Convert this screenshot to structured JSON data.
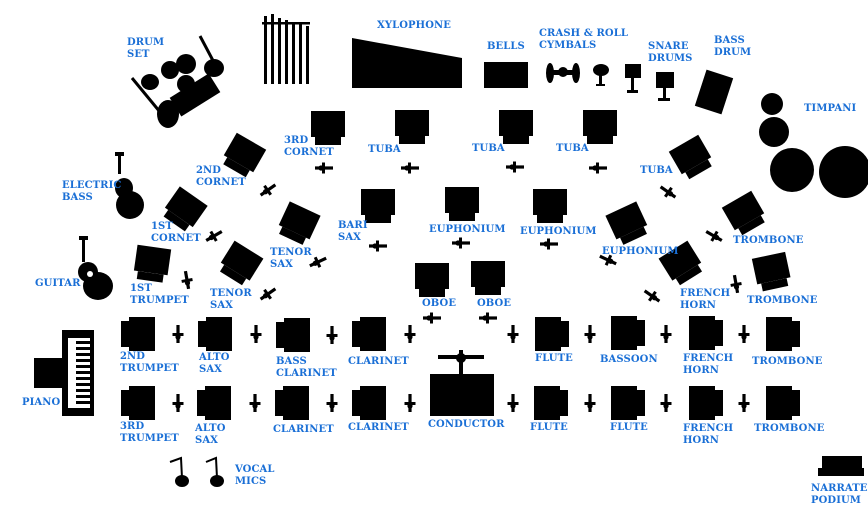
{
  "colors": {
    "label": "#1a6fd6",
    "shape": "#000000",
    "background": "#ffffff"
  },
  "labels": {
    "drum_set": "DRUM\nSET",
    "xylophone": "XYLOPHONE",
    "bells": "BELLS",
    "crash_roll_cymbals": "CRASH & ROLL\nCYMBALS",
    "snare_drums": "SNARE\nDRUMS",
    "bass_drum": "BASS\nDRUM",
    "timpani": "TIMPANI",
    "cornet_3rd": "3RD\nCORNET",
    "tuba_1": "TUBA",
    "tuba_2": "TUBA",
    "tuba_3": "TUBA",
    "tuba_4": "TUBA",
    "cornet_2nd": "2ND\nCORNET",
    "electric_bass": "ELECTRIC\nBASS",
    "cornet_1st": "1ST\nCORNET",
    "bari_sax": "BARI\nSAX",
    "euphonium_1": "EUPHONIUM",
    "euphonium_2": "EUPHONIUM",
    "euphonium_3": "EUPHONIUM",
    "trombone_1": "TROMBONE",
    "tenor_sax_1": "TENOR\nSAX",
    "guitar": "GUITAR",
    "trumpet_1st": "1ST\nTRUMPET",
    "tenor_sax_2": "TENOR\nSAX",
    "oboe_1": "OBOE",
    "oboe_2": "OBOE",
    "french_horn_1": "FRENCH\nHORN",
    "trombone_2": "TROMBONE",
    "trumpet_2nd": "2ND\nTRUMPET",
    "alto_sax_1": "ALTO\nSAX",
    "bass_clarinet": "BASS\nCLARINET",
    "clarinet_1": "CLARINET",
    "flute_1": "FLUTE",
    "bassoon": "BASSOON",
    "french_horn_2": "FRENCH\nHORN",
    "trombone_3": "TROMBONE",
    "piano": "PIANO",
    "trumpet_3rd": "3RD\nTRUMPET",
    "alto_sax_2": "ALTO\nSAX",
    "clarinet_2": "CLARINET",
    "clarinet_3": "CLARINET",
    "conductor": "CONDUCTOR",
    "flute_2": "FLUTE",
    "flute_3": "FLUTE",
    "french_horn_3": "FRENCH\nHORN",
    "trombone_4": "TROMBONE",
    "vocal_mics": "VOCAL\nMICS",
    "narrator_podium": "NARRATER\nPODIUM"
  }
}
